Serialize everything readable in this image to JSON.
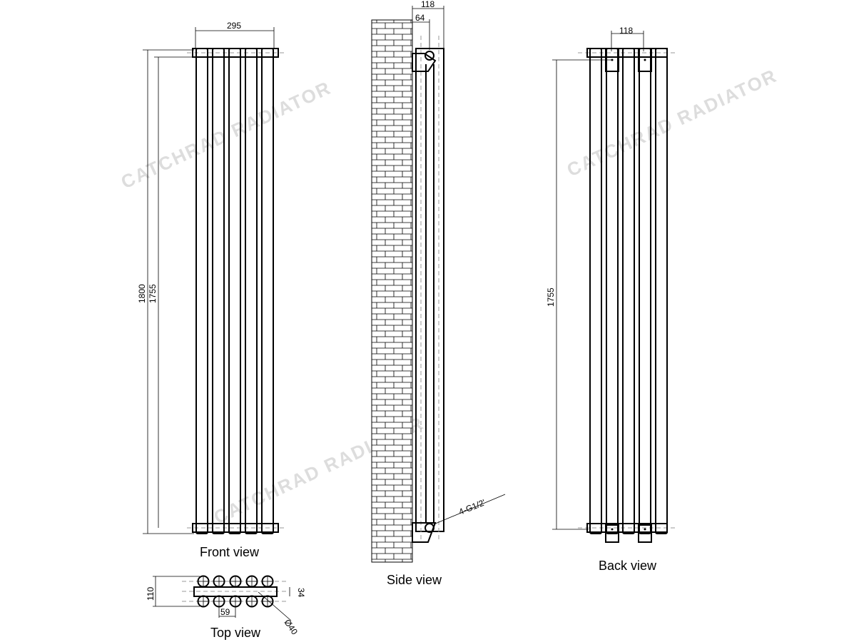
{
  "watermark": "CATCHRAD RADIATOR",
  "front_view": {
    "label": "Front view",
    "width_dim": "295",
    "height_dim": "1800",
    "centers_dim": "1755"
  },
  "side_view": {
    "label": "Side view",
    "depth_dim": "118",
    "wall_dim": "64",
    "connection": "4-G1/2'"
  },
  "back_view": {
    "label": "Back view",
    "bracket_dim": "118",
    "centers_dim": "1755"
  },
  "top_view": {
    "label": "Top view",
    "depth_dim": "110",
    "bar_dim": "34",
    "pitch_dim": "59",
    "tube_dia": "Ø40"
  }
}
